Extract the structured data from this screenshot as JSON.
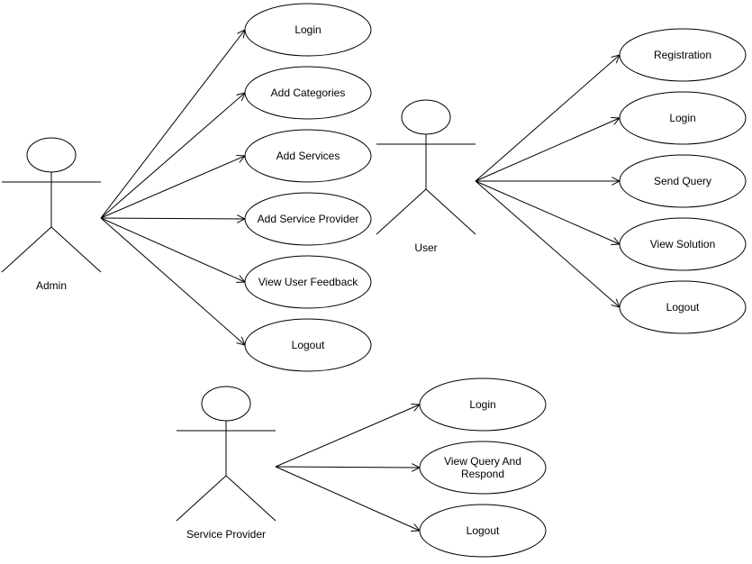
{
  "actors": [
    {
      "id": "admin",
      "label": "Admin"
    },
    {
      "id": "user",
      "label": "User"
    },
    {
      "id": "service_provider",
      "label": "Service Provider"
    }
  ],
  "use_cases": [
    {
      "id": "admin_login",
      "lines": [
        "Login"
      ]
    },
    {
      "id": "admin_add_categories",
      "lines": [
        "Add Categories"
      ]
    },
    {
      "id": "admin_add_services",
      "lines": [
        "Add Services"
      ]
    },
    {
      "id": "admin_add_service_provider",
      "lines": [
        "Add Service Provider"
      ]
    },
    {
      "id": "admin_view_user_feedback",
      "lines": [
        "View User Feedback"
      ]
    },
    {
      "id": "admin_logout",
      "lines": [
        "Logout"
      ]
    },
    {
      "id": "user_registration",
      "lines": [
        "Registration"
      ]
    },
    {
      "id": "user_login",
      "lines": [
        "Login"
      ]
    },
    {
      "id": "user_send_query",
      "lines": [
        "Send Query"
      ]
    },
    {
      "id": "user_view_solution",
      "lines": [
        "View Solution"
      ]
    },
    {
      "id": "user_logout",
      "lines": [
        "Logout"
      ]
    },
    {
      "id": "sp_login",
      "lines": [
        "Login"
      ]
    },
    {
      "id": "sp_view_query_respond",
      "lines": [
        "View Query And",
        "Respond"
      ]
    },
    {
      "id": "sp_logout",
      "lines": [
        "Logout"
      ]
    }
  ],
  "associations": [
    {
      "from": "admin",
      "to": "admin_login"
    },
    {
      "from": "admin",
      "to": "admin_add_categories"
    },
    {
      "from": "admin",
      "to": "admin_add_services"
    },
    {
      "from": "admin",
      "to": "admin_add_service_provider"
    },
    {
      "from": "admin",
      "to": "admin_view_user_feedback"
    },
    {
      "from": "admin",
      "to": "admin_logout"
    },
    {
      "from": "user",
      "to": "user_registration"
    },
    {
      "from": "user",
      "to": "user_login"
    },
    {
      "from": "user",
      "to": "user_send_query"
    },
    {
      "from": "user",
      "to": "user_view_solution"
    },
    {
      "from": "user",
      "to": "user_logout"
    },
    {
      "from": "service_provider",
      "to": "sp_login"
    },
    {
      "from": "service_provider",
      "to": "sp_view_query_respond"
    },
    {
      "from": "service_provider",
      "to": "sp_logout"
    }
  ]
}
